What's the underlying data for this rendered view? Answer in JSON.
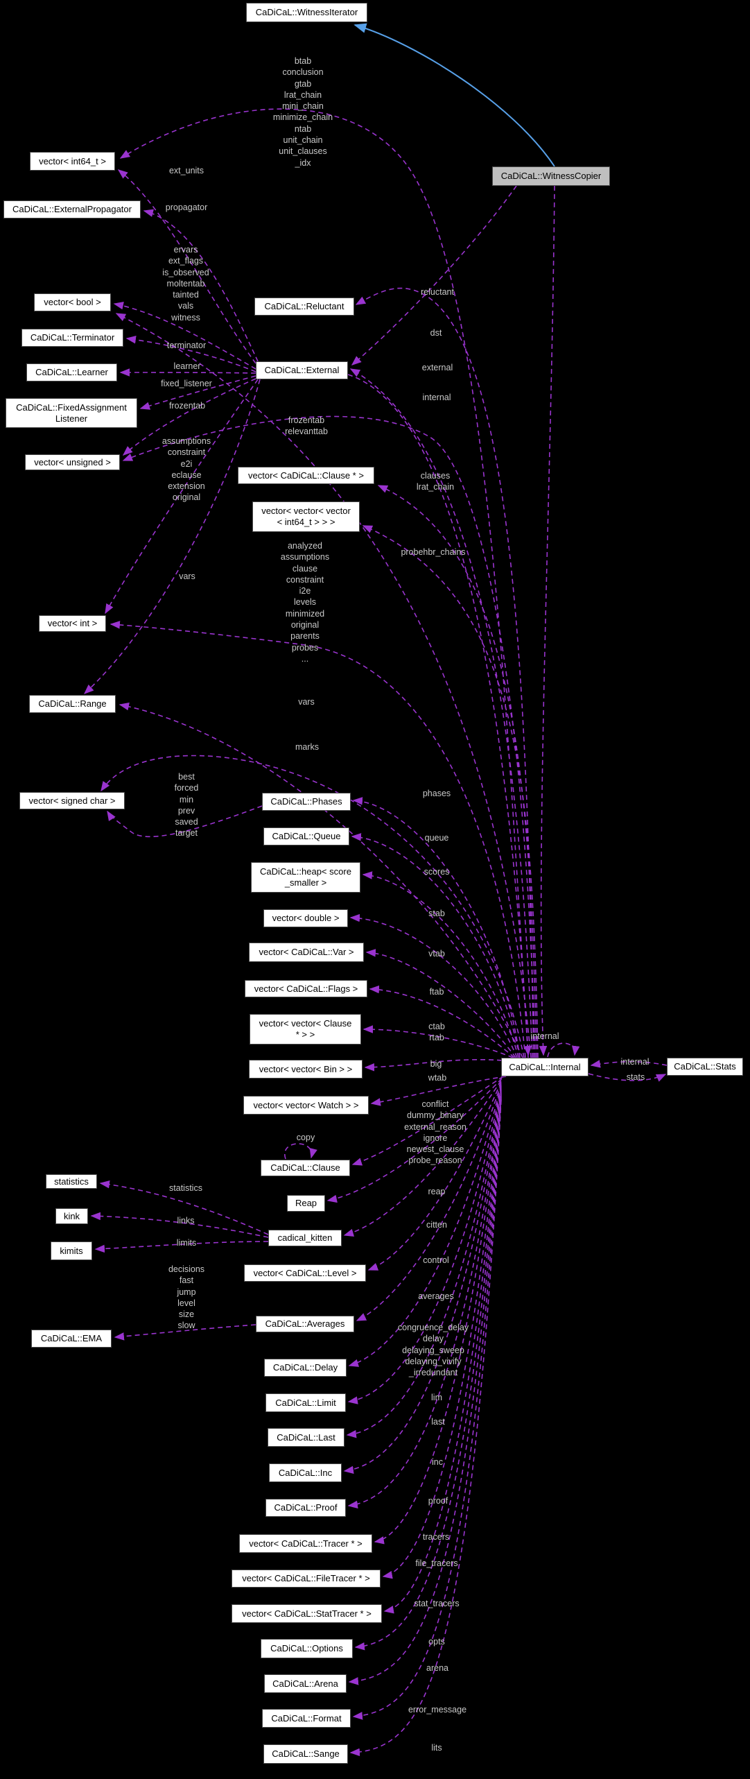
{
  "nodes": {
    "witness_iterator": {
      "label": "CaDiCaL::WitnessIterator"
    },
    "witness_copier": {
      "label": "CaDiCaL::WitnessCopier"
    },
    "vec_int64": {
      "label": "vector< int64_t >"
    },
    "external_propagator": {
      "label": "CaDiCaL::ExternalPropagator"
    },
    "vec_bool": {
      "label": "vector< bool >"
    },
    "reluctant": {
      "label": "CaDiCaL::Reluctant"
    },
    "terminator": {
      "label": "CaDiCaL::Terminator"
    },
    "learner": {
      "label": "CaDiCaL::Learner"
    },
    "external": {
      "label": "CaDiCaL::External"
    },
    "fixed_assignment_listener": {
      "label": "CaDiCaL::FixedAssignment\nListener"
    },
    "vec_unsigned": {
      "label": "vector< unsigned >"
    },
    "vec_clause_ptr": {
      "label": "vector< CaDiCaL::Clause * >"
    },
    "vec_vec_vec_int64": {
      "label": "vector< vector< vector\n< int64_t > > >"
    },
    "vec_int": {
      "label": "vector< int >"
    },
    "range": {
      "label": "CaDiCaL::Range"
    },
    "vec_signed_char": {
      "label": "vector< signed char >"
    },
    "phases": {
      "label": "CaDiCaL::Phases"
    },
    "queue": {
      "label": "CaDiCaL::Queue"
    },
    "heap_score": {
      "label": "CaDiCaL::heap< score\n_smaller >"
    },
    "vec_double": {
      "label": "vector< double >"
    },
    "vec_var": {
      "label": "vector< CaDiCaL::Var >"
    },
    "vec_flags": {
      "label": "vector< CaDiCaL::Flags >"
    },
    "vec_vec_clause": {
      "label": "vector< vector< Clause\n* > >"
    },
    "vec_vec_bin": {
      "label": "vector< vector< Bin > >"
    },
    "internal": {
      "label": "CaDiCaL::Internal"
    },
    "stats": {
      "label": "CaDiCaL::Stats"
    },
    "vec_vec_watch": {
      "label": "vector< vector< Watch > >"
    },
    "clause": {
      "label": "CaDiCaL::Clause"
    },
    "statistics": {
      "label": "statistics"
    },
    "reap": {
      "label": "Reap"
    },
    "kink": {
      "label": "kink"
    },
    "cadical_kitten": {
      "label": "cadical_kitten"
    },
    "kimits": {
      "label": "kimits"
    },
    "vec_level": {
      "label": "vector< CaDiCaL::Level >"
    },
    "averages": {
      "label": "CaDiCaL::Averages"
    },
    "ema": {
      "label": "CaDiCaL::EMA"
    },
    "delay": {
      "label": "CaDiCaL::Delay"
    },
    "limit": {
      "label": "CaDiCaL::Limit"
    },
    "last": {
      "label": "CaDiCaL::Last"
    },
    "inc": {
      "label": "CaDiCaL::Inc"
    },
    "proof": {
      "label": "CaDiCaL::Proof"
    },
    "vec_tracer": {
      "label": "vector< CaDiCaL::Tracer * >"
    },
    "vec_filetracer": {
      "label": "vector< CaDiCaL::FileTracer * >"
    },
    "vec_stattracer": {
      "label": "vector< CaDiCaL::StatTracer * >"
    },
    "options": {
      "label": "CaDiCaL::Options"
    },
    "arena": {
      "label": "CaDiCaL::Arena"
    },
    "format": {
      "label": "CaDiCaL::Format"
    },
    "sange": {
      "label": "CaDiCaL::Sange"
    }
  },
  "edge_labels": {
    "btab_group": "btab\nconclusion\ngtab\nlrat_chain\nmini_chain\nminimize_chain\nntab\nunit_chain\nunit_clauses\n_idx",
    "ext_units": "ext_units",
    "propagator": "propagator",
    "ervars_group": "ervars\next_flags\nis_observed\nmoltentab\ntainted\nvals\nwitness",
    "reluctant": "reluctant",
    "dst": "dst",
    "terminator": "terminator",
    "learner": "learner",
    "fixed_listener": "fixed_listener",
    "external": "external",
    "internal": "internal",
    "frozentab": "frozentab",
    "frozentab_relevanttab": "frozentab\nrelevanttab",
    "assumptions_group": "assumptions\nconstraint\ne2i\neclause\nextension\noriginal",
    "clauses_lrat_chain": "clauses\nlrat_chain",
    "probehbr_chains": "probehbr_chains",
    "analyzed_group": "analyzed\nassumptions\nclause\nconstraint\ni2e\nlevels\nminimized\noriginal\nparents\nprobes\n...",
    "vars": "vars",
    "vars2": "vars",
    "marks": "marks",
    "best_group": "best\nforced\nmin\nprev\nsaved\ntarget",
    "phases": "phases",
    "queue": "queue",
    "scores": "scores",
    "stab": "stab",
    "vtab": "vtab",
    "ftab": "ftab",
    "ctab_rtab": "ctab\nrtab",
    "big": "big",
    "wtab": "wtab",
    "internal_self": "internal",
    "internal2": "internal",
    "stats": "stats",
    "conflict_group": "conflict\ndummy_binary\nexternal_reason\nignore\nnewest_clause\nprobe_reason",
    "copy": "copy",
    "reap": "reap",
    "citten": "citten",
    "statistics": "statistics",
    "links": "links",
    "limits": "limits",
    "control": "control",
    "decisions_group": "decisions\nfast\njump\nlevel\nsize\nslow",
    "averages": "averages",
    "congruence_group": "congruence_delay\ndelay\ndelaying_sweep\ndelaying_vivify\n_irredundant",
    "lim": "lim",
    "last": "last",
    "inc": "inc",
    "proof": "proof",
    "tracers": "tracers",
    "file_tracers": "file_tracers",
    "stat_tracers": "stat_tracers",
    "opts": "opts",
    "arena": "arena",
    "error_message": "error_message",
    "lits": "lits"
  },
  "colors": {
    "background": "#000000",
    "node_fill": "#ffffff",
    "node_border": "#4a4a4a",
    "highlight_node_fill": "#bfbfbf",
    "collaboration_edge": "#9a34cf",
    "inheritance_edge": "#57a0e8",
    "edge_label_text": "#c9c9c9",
    "node_text": "#000000"
  }
}
